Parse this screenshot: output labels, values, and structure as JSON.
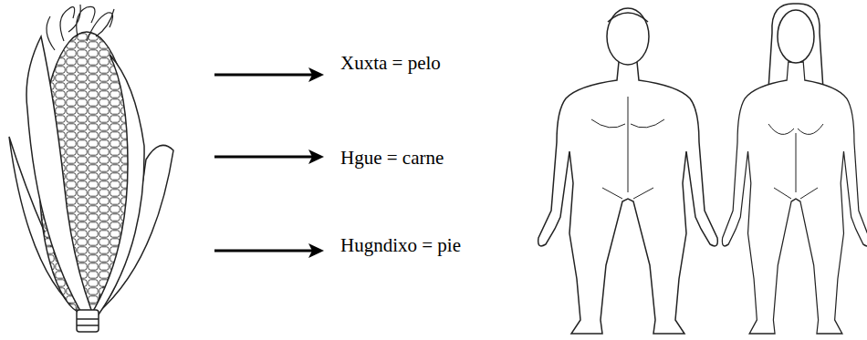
{
  "diagram": {
    "labels": [
      "Xuxta = pelo",
      "Hgue = carne",
      "Hugndixo = pie"
    ]
  }
}
